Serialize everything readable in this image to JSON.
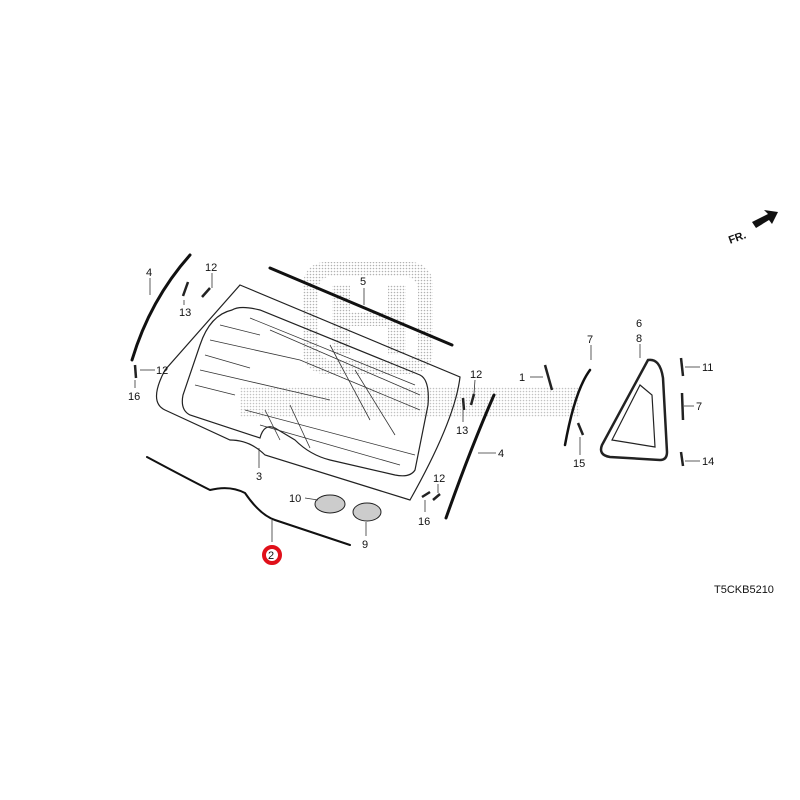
{
  "diagram": {
    "code": "T5CKB5210",
    "front_marker": "FR.",
    "highlighted_part": "2",
    "watermark": "HONDA",
    "callouts": {
      "p1": "1",
      "p2": "2",
      "p3": "3",
      "p4a": "4",
      "p4b": "4",
      "p5": "5",
      "p6": "6",
      "p7a": "7",
      "p7b": "7",
      "p8": "8",
      "p9": "9",
      "p10": "10",
      "p11": "11",
      "p12a": "12",
      "p12b": "12",
      "p12c": "12",
      "p12d": "12",
      "p13a": "13",
      "p13b": "13",
      "p14": "14",
      "p15": "15",
      "p16a": "16",
      "p16b": "16"
    },
    "colors": {
      "highlight": "#e0101a",
      "line": "#111111",
      "watermark": "#bbbbbb"
    }
  }
}
